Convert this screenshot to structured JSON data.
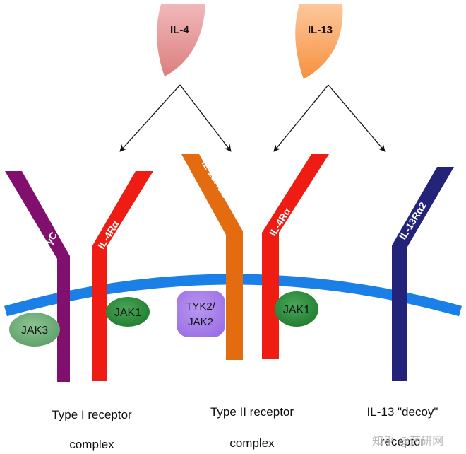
{
  "ligands": {
    "il4": {
      "label": "IL-4",
      "color_top": "#f0b8b8",
      "color_bottom": "#dc7f80"
    },
    "il13": {
      "label": "IL-13",
      "color_top": "#fdc79b",
      "color_bottom": "#f6913f"
    }
  },
  "receptors": {
    "gamma_c": {
      "label": "γC",
      "color": "#800f6e"
    },
    "il4ra_type1": {
      "label": "IL-4Rα",
      "color": "#ee1c13"
    },
    "il13ra1": {
      "label": "IL-13Rα1",
      "color": "#e36b10"
    },
    "il4ra_type2": {
      "label": "IL-4Rα",
      "color": "#ee1c13"
    },
    "il13ra2": {
      "label": "IL-13Rα2",
      "color": "#23237a"
    }
  },
  "kinases": {
    "jak3": {
      "label": "JAK3",
      "color": "#5a9c64"
    },
    "jak1_type1": {
      "label": "JAK1",
      "color": "#1c7a2c"
    },
    "tyk2_jak2": {
      "line1": "TYK2/",
      "line2": "JAK2",
      "color": "#9b6ee6"
    },
    "jak1_type2": {
      "label": "JAK1",
      "color": "#1c7a2c"
    }
  },
  "membrane": {
    "color": "#1a7fe6"
  },
  "captions": {
    "type1": {
      "line1": "Type I receptor",
      "line2": "complex"
    },
    "type2": {
      "line1": "Type II receptor",
      "line2": "complex"
    },
    "decoy": {
      "line1": "IL-13 \"decoy\"",
      "line2": "receptor"
    }
  },
  "watermark": "知乎 @药研网"
}
